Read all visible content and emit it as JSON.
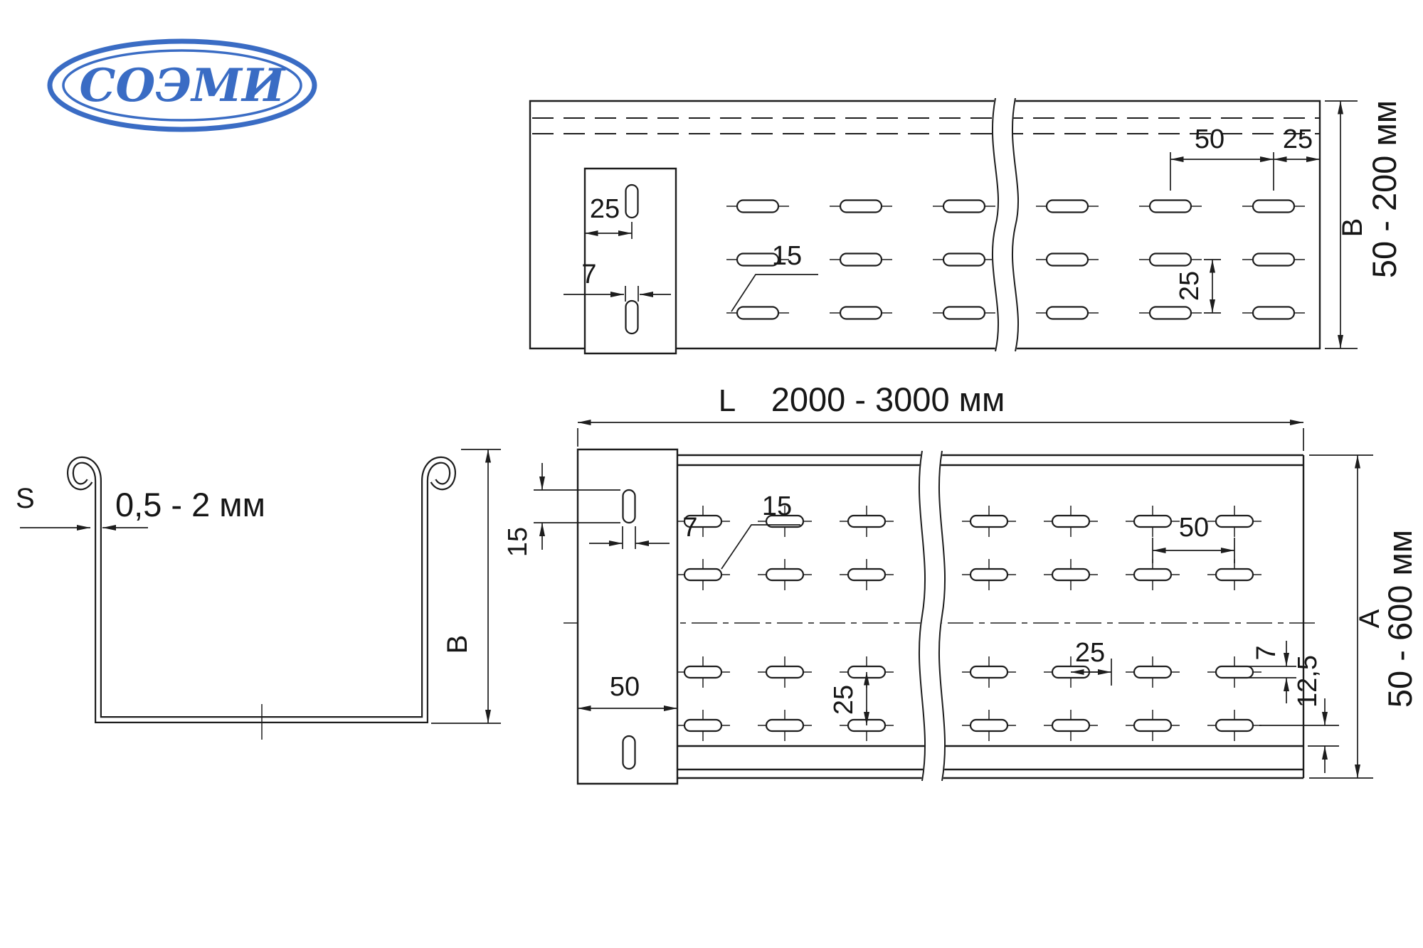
{
  "colors": {
    "line": "#1d1d1d",
    "logo_blue": "#3a6cc4",
    "background": "#ffffff"
  },
  "logo": {
    "text": "СОЭМИ"
  },
  "cross_section": {
    "thickness_symbol": "S",
    "thickness_range": "0,5 - 2 мм",
    "height_label": "B"
  },
  "side_view": {
    "pitch_50": "50",
    "edge_25": "25",
    "flange_offset_25": "25",
    "flange_slot_width_7": "7",
    "slot_length_15": "15",
    "row_pitch_25": "25",
    "height_label": "B",
    "height_range": "50 - 200 мм"
  },
  "plan_view": {
    "length_symbol": "L",
    "length_range": "2000 - 3000 мм",
    "flange_slot_length_15": "15",
    "flange_slot_width_7": "7",
    "slot_length_15": "15",
    "pitch_50": "50",
    "flange_width_50": "50",
    "row_pitch_25": "25",
    "offset_25": "25",
    "slot_width_7": "7",
    "edge_offset_12_5": "12,5",
    "width_label": "A",
    "width_range": "50 - 600 мм"
  }
}
